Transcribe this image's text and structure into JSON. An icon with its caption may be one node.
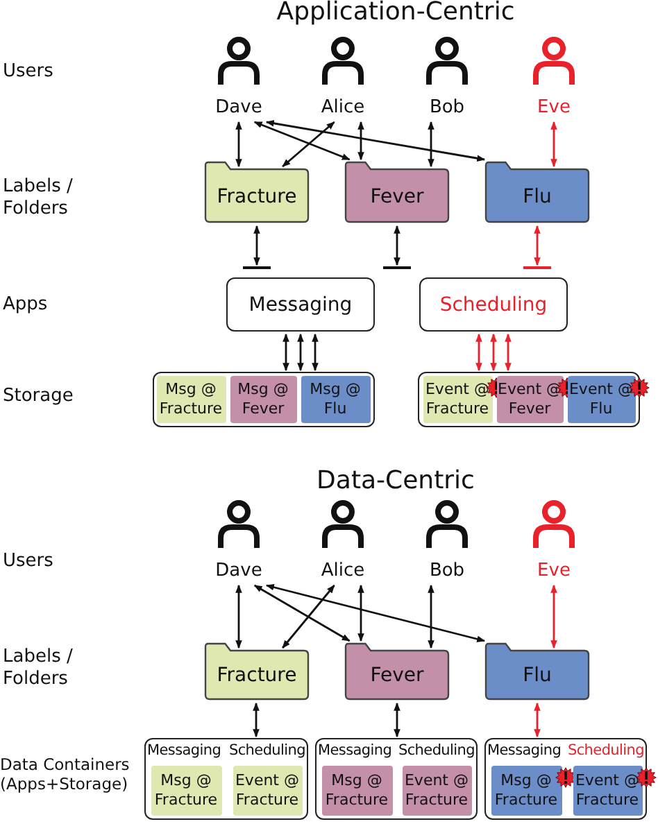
{
  "diagram": {
    "nodes": [
      {
        "text": [
          "Dave"
        ]
      },
      {
        "text": [
          "Alice"
        ]
      },
      {
        "text": [
          "Bob"
        ]
      },
      {
        "text": [
          "Eve"
        ]
      },
      {
        "text": [
          "Fracture"
        ]
      },
      {
        "text": [
          "Fever"
        ]
      },
      {
        "text": [
          "Flu"
        ]
      },
      {
        "text": [],
        "shape": "bar"
      },
      {
        "text": [],
        "shape": "bar"
      },
      {
        "text": [],
        "shape": "bar"
      },
      {
        "text": [
          "Messaging"
        ]
      },
      {
        "text": [
          "Scheduling"
        ]
      },
      {
        "text": [],
        "shape": "box"
      },
      {
        "text": [
          "Msg @ Fracture"
        ],
        "in": 12
      },
      {
        "text": [
          "Msg @ Fever"
        ],
        "in": 12
      },
      {
        "text": [
          "Msg @ Flu"
        ],
        "in": 12
      },
      {
        "text": [],
        "shape": "box"
      },
      {
        "text": [
          "Event @ Fracture"
        ],
        "in": 16
      },
      {
        "text": [
          "Event @ Fever"
        ],
        "in": 16
      },
      {
        "text": [
          "Event @ Flu"
        ],
        "in": 16
      },
      {
        "text": [
          "Dave"
        ]
      },
      {
        "text": [
          "Alice"
        ]
      },
      {
        "text": [
          "Bob"
        ]
      },
      {
        "text": [
          "Eve"
        ]
      },
      {
        "text": [
          "Fracture"
        ]
      },
      {
        "text": [
          "Fever"
        ]
      },
      {
        "text": [
          "Flu"
        ]
      },
      {
        "text": [
          "Messaging",
          "Scheduling"
        ]
      },
      {
        "text": [
          "Msg @ Fracture"
        ],
        "in": 27
      },
      {
        "text": [
          "Event @ Fracture"
        ],
        "in": 27
      },
      {
        "text": [
          "Messaging",
          "Scheduling"
        ]
      },
      {
        "text": [
          "Msg @ Fracture"
        ],
        "in": 30
      },
      {
        "text": [
          "Event @ Fracture"
        ],
        "in": 30
      },
      {
        "text": [
          "Messaging",
          "Scheduling"
        ]
      },
      {
        "text": [
          "Msg @ Fracture"
        ],
        "in": 33
      },
      {
        "text": [
          "Event @ Fracture"
        ],
        "in": 33
      }
    ],
    "edges": [
      {
        "from": 0,
        "to": 4,
        "arrow": "both"
      },
      {
        "from": 0,
        "to": 5,
        "arrow": "both"
      },
      {
        "from": 0,
        "to": 6,
        "arrow": "both"
      },
      {
        "from": 1,
        "to": 4,
        "arrow": "both"
      },
      {
        "from": 1,
        "to": 5,
        "arrow": "both"
      },
      {
        "from": 2,
        "to": 5,
        "arrow": "both"
      },
      {
        "from": 3,
        "to": 6,
        "arrow": "both",
        "color": "#e8212b"
      },
      {
        "from": 4,
        "to": 7,
        "arrow": "both"
      },
      {
        "from": 5,
        "to": 8,
        "arrow": "both"
      },
      {
        "from": 6,
        "to": 9,
        "arrow": "both",
        "color": "#e8212b"
      },
      {
        "from": 10,
        "to": 12,
        "arrow": "both"
      },
      {
        "from": 10,
        "to": 12,
        "arrow": "both"
      },
      {
        "from": 10,
        "to": 12,
        "arrow": "both"
      },
      {
        "from": 11,
        "to": 16,
        "arrow": "both",
        "color": "#e8212b"
      },
      {
        "from": 11,
        "to": 16,
        "arrow": "both",
        "color": "#e8212b"
      },
      {
        "from": 11,
        "to": 16,
        "arrow": "both",
        "color": "#e8212b"
      },
      {
        "from": 20,
        "to": 24,
        "arrow": "both"
      },
      {
        "from": 20,
        "to": 25,
        "arrow": "both"
      },
      {
        "from": 20,
        "to": 26,
        "arrow": "both"
      },
      {
        "from": 21,
        "to": 24,
        "arrow": "both"
      },
      {
        "from": 21,
        "to": 25,
        "arrow": "both"
      },
      {
        "from": 22,
        "to": 25,
        "arrow": "both"
      },
      {
        "from": 23,
        "to": 26,
        "arrow": "both",
        "color": "#e8212b"
      },
      {
        "from": 24,
        "to": 27,
        "arrow": "both"
      },
      {
        "from": 25,
        "to": 30,
        "arrow": "both"
      },
      {
        "from": 26,
        "to": 33,
        "arrow": "both",
        "color": "#e8212b"
      }
    ],
    "labels": [
      "Application-Centric",
      "Users",
      "Labels / Folders",
      "Apps",
      "Storage",
      "Data-Centric",
      "Users",
      "Labels / Folders",
      "Data Containers (Apps+Storage)"
    ]
  }
}
